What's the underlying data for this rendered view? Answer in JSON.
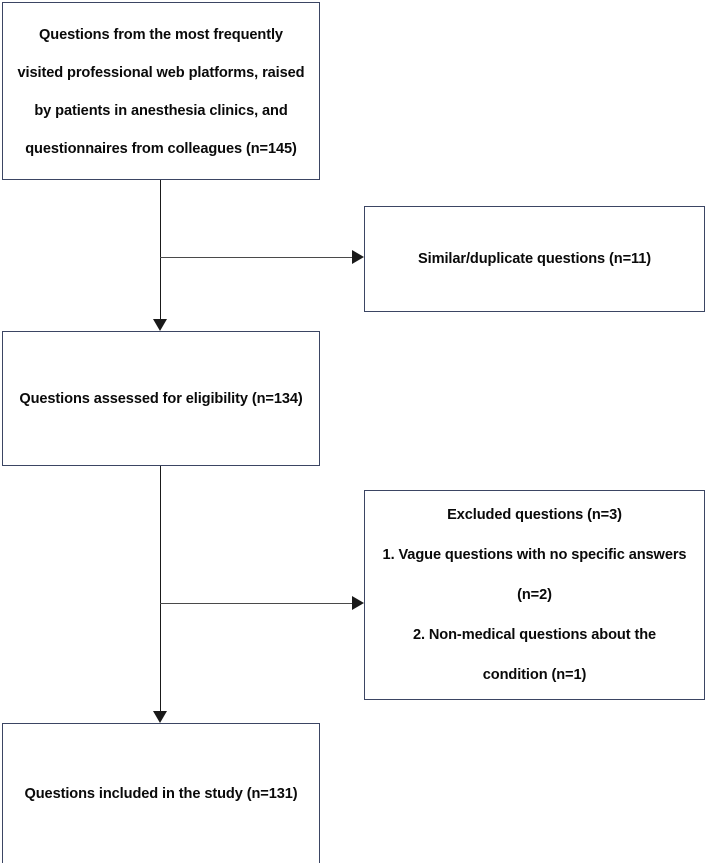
{
  "diagram": {
    "type": "flowchart",
    "orientation": "top-to-bottom-with-right-branches",
    "boxes": [
      {
        "id": "source",
        "role": "identification",
        "lines": [
          "Questions from the most frequently",
          "visited professional web platforms, raised",
          "by patients in anesthesia clinics, and",
          "questionnaires from colleagues (n=145)"
        ],
        "count": 145
      },
      {
        "id": "duplicates",
        "role": "removed-duplicates",
        "lines": [
          "Similar/duplicate questions (n=11)"
        ],
        "count": 11
      },
      {
        "id": "eligibility",
        "role": "screening",
        "lines": [
          "Questions assessed for eligibility (n=134)"
        ],
        "count": 134
      },
      {
        "id": "excluded",
        "role": "excluded",
        "lines": [
          "Excluded questions (n=3)",
          "1. Vague questions with no specific answers",
          "(n=2)",
          "2. Non-medical questions about the",
          "condition (n=1)"
        ],
        "count": 3
      },
      {
        "id": "included",
        "role": "included",
        "lines": [
          "Questions included in the study (n=131)"
        ],
        "count": 131
      }
    ],
    "connectors": [
      {
        "id": "source-to-eligibility",
        "from": "source",
        "to": "eligibility",
        "direction": "down"
      },
      {
        "id": "source-to-duplicates",
        "from": "source",
        "to": "duplicates",
        "direction": "right"
      },
      {
        "id": "eligibility-to-included",
        "from": "eligibility",
        "to": "included",
        "direction": "down"
      },
      {
        "id": "eligibility-to-excluded",
        "from": "eligibility",
        "to": "excluded",
        "direction": "right"
      }
    ]
  },
  "colors": {
    "box_border": "#3b4563",
    "connector": "#1a1a1a",
    "text": "#0a0a0a",
    "background": "#ffffff"
  }
}
